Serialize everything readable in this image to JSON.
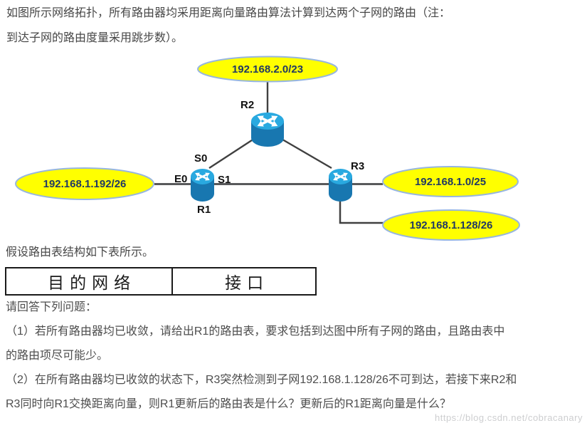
{
  "intro": {
    "line1": "如图所示网络拓扑，所有路由器均采用距离向量路由算法计算到达两个子网的路由（注：",
    "line2": "到达子网的路由度量采用跳步数）。"
  },
  "diagram": {
    "subnet_top": "192.168.2.0/23",
    "subnet_left": "192.168.1.192/26",
    "subnet_right_top": "192.168.1.0/25",
    "subnet_right_bottom": "192.168.1.128/26",
    "router_r1": "R1",
    "router_r2": "R2",
    "router_r3": "R3",
    "iface_s0": "S0",
    "iface_e0": "E0",
    "iface_s1": "S1",
    "colors": {
      "subnet_fill": "#FFFF00",
      "subnet_border": "#97B6DF",
      "subnet_text": "#203864",
      "router_top": "#29A9E0",
      "router_body": "#1877B0",
      "link": "#404040",
      "trunk": "#58595B"
    }
  },
  "table_caption": "假设路由表结构如下表所示。",
  "routing_table": {
    "headers": [
      "目的网络",
      "接口"
    ]
  },
  "questions": {
    "prompt": "请回答下列问题：",
    "q1_line1": "（1）若所有路由器均已收敛，请给出R1的路由表，要求包括到达图中所有子网的路由，且路由表中",
    "q1_line2": "的路由项尽可能少。",
    "q2_line1": "（2）在所有路由器均已收敛的状态下，R3突然检测到子网192.168.1.128/26不可到达，若接下来R2和",
    "q2_line2": "R3同时向R1交换距离向量，则R1更新后的路由表是什么？更新后的R1距离向量是什么？"
  },
  "watermark": "https://blog.csdn.net/cobracanary"
}
